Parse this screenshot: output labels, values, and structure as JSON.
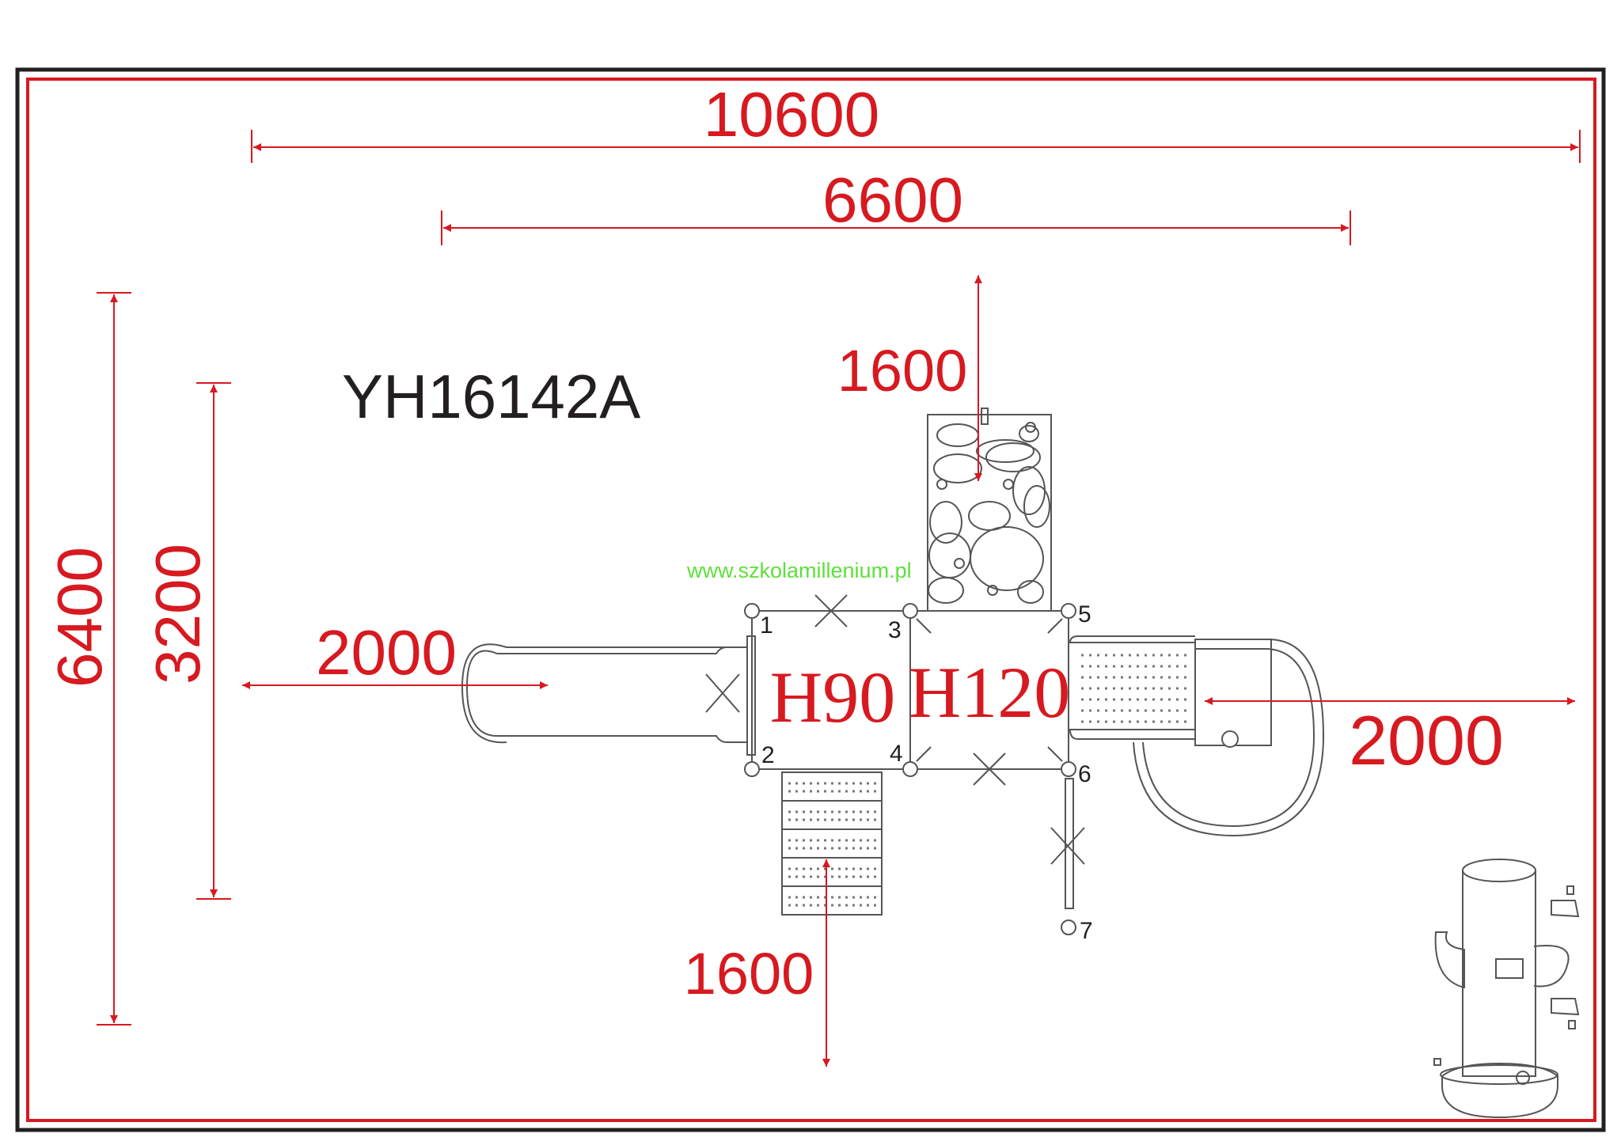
{
  "model_code": "YH16142A",
  "website": "www.szkolamillenium.pl",
  "dimensions": {
    "overall_width": "10600",
    "deck_width": "6600",
    "overall_height": "6400",
    "deck_height": "3200",
    "clearance_left": "2000",
    "clearance_right": "2000",
    "clearance_top": "1600",
    "clearance_bottom": "1600"
  },
  "platforms": {
    "left": "H90",
    "right": "H120"
  },
  "post_numbers": [
    "1",
    "2",
    "3",
    "4",
    "5",
    "6",
    "7"
  ],
  "colors": {
    "dimension": "#d71920",
    "drawing": "#555555",
    "frame": "#231f20",
    "website": "#5ee03a"
  }
}
